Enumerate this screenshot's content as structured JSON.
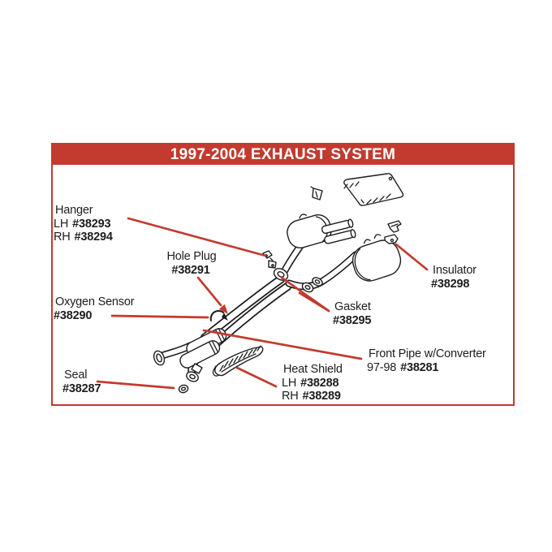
{
  "title": "1997-2004 EXHAUST SYSTEM",
  "colors": {
    "accent": "#c23b2e",
    "ink": "#1d1d1d",
    "background": "#ffffff"
  },
  "parts": [
    {
      "id": "hanger",
      "name": "Hanger",
      "lines": [
        {
          "prefix": "LH",
          "number": "#38293"
        },
        {
          "prefix": "RH",
          "number": "#38294"
        }
      ]
    },
    {
      "id": "hole-plug",
      "name": "Hole Plug",
      "lines": [
        {
          "prefix": "",
          "number": "#38291"
        }
      ]
    },
    {
      "id": "oxygen-sensor",
      "name": "Oxygen Sensor",
      "lines": [
        {
          "prefix": "",
          "number": "#38290"
        }
      ]
    },
    {
      "id": "seal",
      "name": "Seal",
      "lines": [
        {
          "prefix": "",
          "number": "#38287"
        }
      ]
    },
    {
      "id": "heat-shield",
      "name": "Heat Shield",
      "lines": [
        {
          "prefix": "LH",
          "number": "#38288"
        },
        {
          "prefix": "RH",
          "number": "#38289"
        }
      ]
    },
    {
      "id": "gasket",
      "name": "Gasket",
      "lines": [
        {
          "prefix": "",
          "number": "#38295"
        }
      ]
    },
    {
      "id": "insulator",
      "name": "Insulator",
      "lines": [
        {
          "prefix": "",
          "number": "#38298"
        }
      ]
    },
    {
      "id": "front-pipe-converter",
      "name": "Front Pipe w/Converter",
      "lines": [
        {
          "prefix": "97-98",
          "number": "#38281"
        }
      ]
    }
  ]
}
